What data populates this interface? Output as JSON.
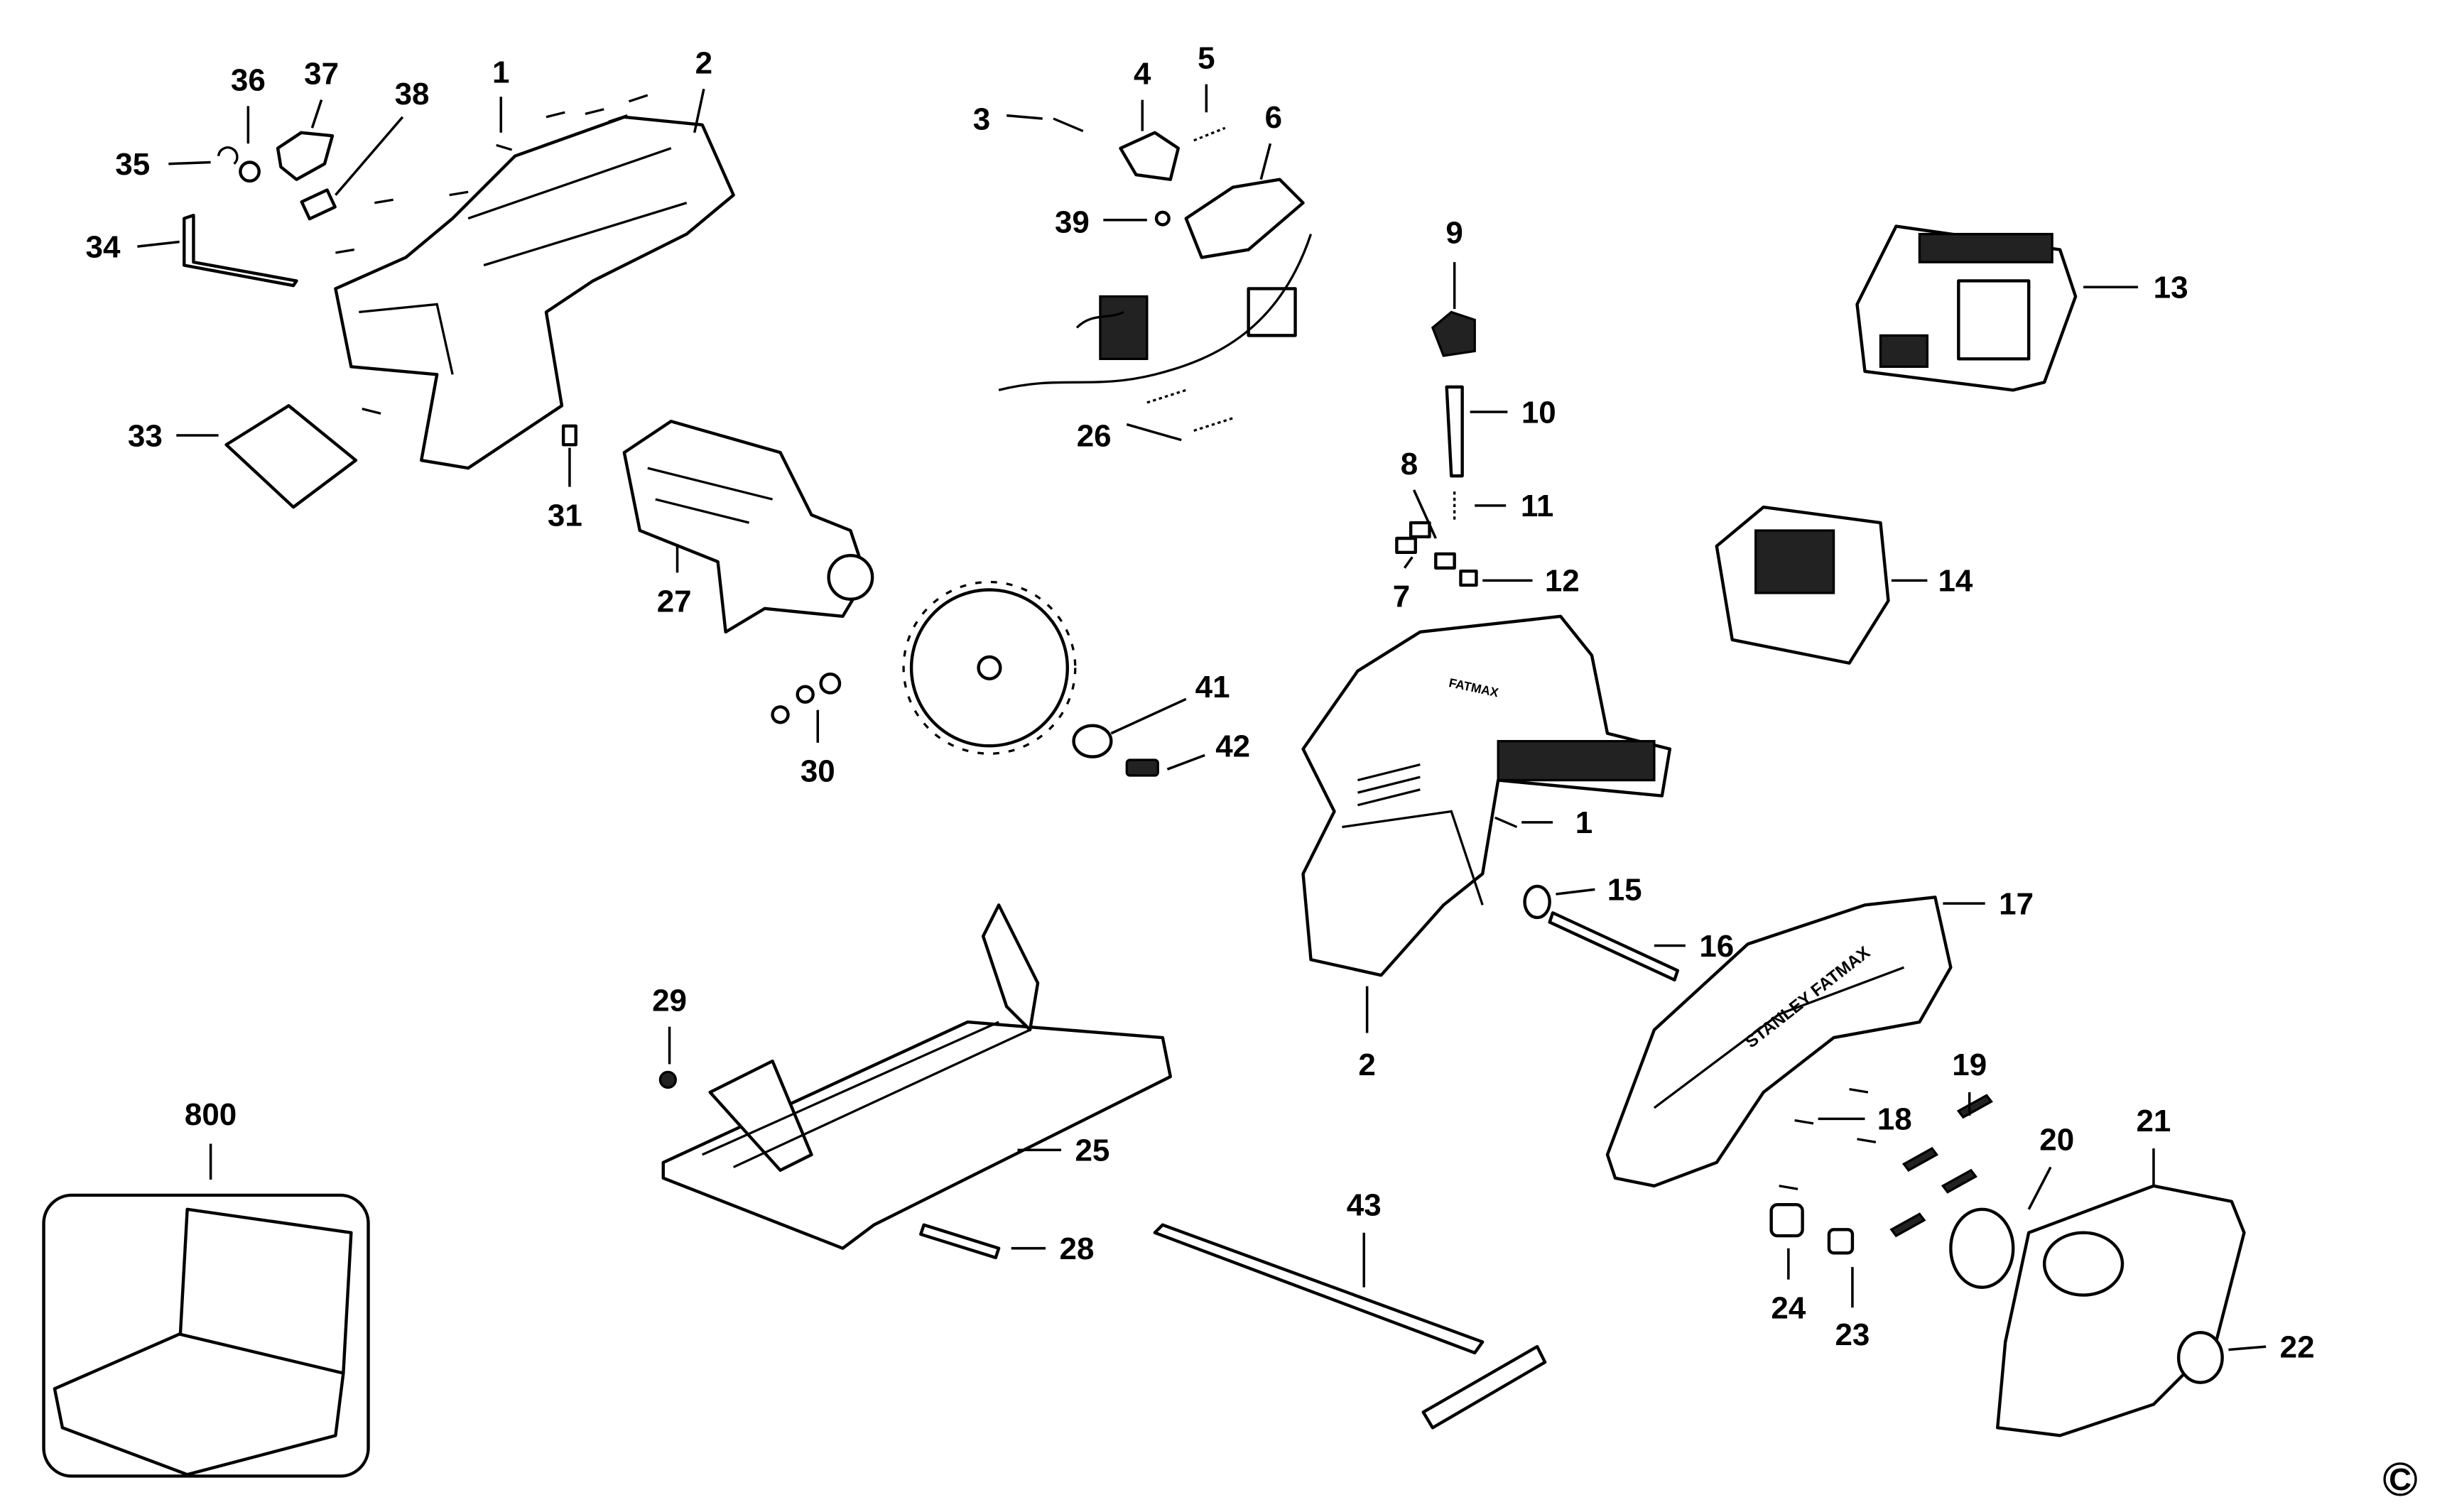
{
  "diagram": {
    "type": "exploded parts diagram",
    "part_labels": [
      "1",
      "2",
      "36",
      "37",
      "38",
      "35",
      "34",
      "33",
      "31",
      "27",
      "30",
      "3",
      "4",
      "5",
      "6",
      "39",
      "26",
      "9",
      "10",
      "8",
      "11",
      "7",
      "12",
      "13",
      "14",
      "41",
      "42",
      "1",
      "15",
      "16",
      "17",
      "2",
      "29",
      "25",
      "28",
      "800",
      "43",
      "19",
      "18",
      "20",
      "21",
      "24",
      "23",
      "22"
    ],
    "copyright_mark": "C",
    "guard_branding": "STANLEY FATMAX",
    "body_branding": "FATMAX"
  }
}
